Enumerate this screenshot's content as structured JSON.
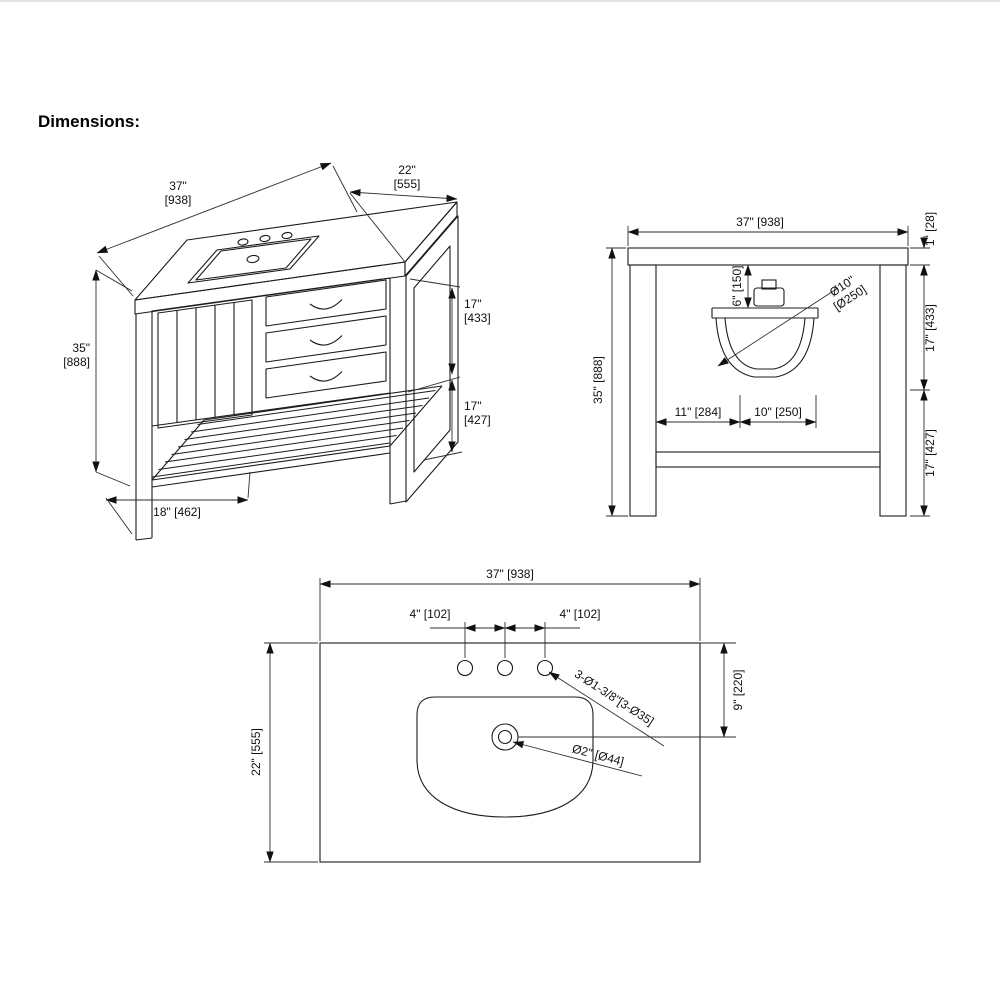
{
  "title": "Dimensions:",
  "iso": {
    "width_in": "37\"",
    "width_mm": "[938]",
    "depth_in": "22\"",
    "depth_mm": "[555]",
    "height_in": "35\"",
    "height_mm": "[888]",
    "upper_in": "17\"",
    "upper_mm": "[433]",
    "lower_in": "17\"",
    "lower_mm": "[427]",
    "shelf": "18\" [462]"
  },
  "front": {
    "width": "37\" [938]",
    "counter_thickness": "1\" [28]",
    "faucet_height": "6\" [150]",
    "sink_dia_in": "Ø10\"",
    "sink_dia_mm": "[Ø250]",
    "upper": "17\" [433]",
    "height": "35\" [888]",
    "left_offset": "11\" [284]",
    "sink_width": "10\" [250]",
    "lower": "17\" [427]"
  },
  "top": {
    "width": "37\" [938]",
    "hole_left": "4\" [102]",
    "hole_right": "4\" [102]",
    "holes": "3-Ø1-3/8\"[3-Ø35]",
    "drain_offset": "9\" [220]",
    "depth": "22\" [555]",
    "drain_dia": "Ø2\" [Ø44]"
  }
}
